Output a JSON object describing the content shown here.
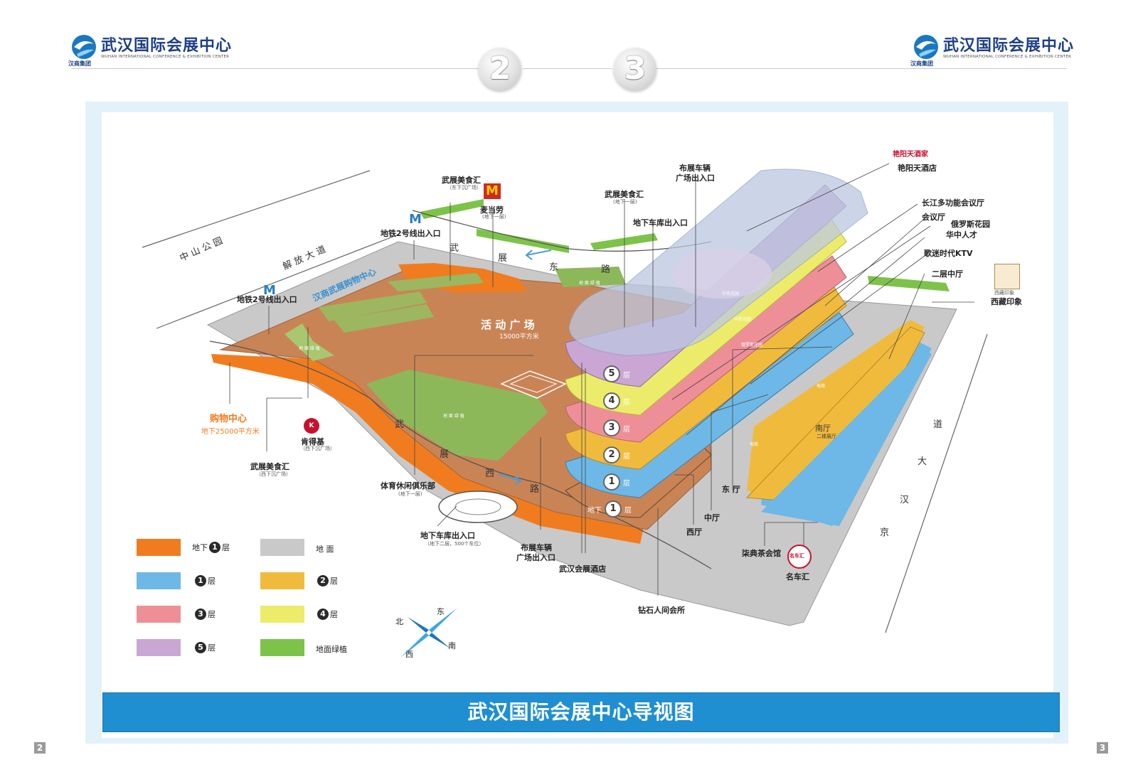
{
  "header": {
    "logo_cn": "武汉国际会展中心",
    "logo_en": "WUHAN INTERNATIONAL CONFERENCE & EXHIBITION CENTER",
    "logo_sub": "汉商集团",
    "page_left": "2",
    "page_right": "3"
  },
  "footer": {
    "title": "武汉国际会展中心导视图",
    "corner_left": "2",
    "corner_right": "3"
  },
  "colors": {
    "basement1": "#f07c1f",
    "ground": "#c9c9c9",
    "floor1": "#6db8e6",
    "floor2": "#f0bb3c",
    "floor3": "#ee8f98",
    "floor4": "#ecec6a",
    "floor5": "#c9a6d4",
    "greenery": "#7dc349",
    "plaza": "#c98456",
    "banner": "#1f8fd2"
  },
  "roads": {
    "zhongshan_park": "中 山 公 园",
    "jiefang_ave": "解 放 大 道",
    "wuzhan_east_1": "武",
    "wuzhan_east_2": "展",
    "wuzhan_east_3": "东",
    "wuzhan_east_4": "路",
    "wuzhan_west_1": "武",
    "wuzhan_west_2": "展",
    "wuzhan_west_3": "西",
    "wuzhan_west_4": "路",
    "jinghan_1": "京",
    "jinghan_2": "汉",
    "jinghan_3": "大",
    "jinghan_4": "道"
  },
  "labels": {
    "food_east": "武展美食汇",
    "food_east_sub": "（东下沉广场）",
    "mcdonalds": "麦当劳",
    "mcdonalds_sub": "(地下一层)",
    "metro_exit_1": "地铁2号线出入口",
    "metro_exit_2": "地铁2号线出入口",
    "mall_name": "汉商武展购物中心",
    "plaza": "活 动 广 场",
    "plaza_area": "15000平方米",
    "shopping": "购物中心",
    "shopping_area": "地下25000平方米",
    "kfc": "肯得基",
    "kfc_sub": "（西下沉广场）",
    "food_west": "武展美食汇",
    "food_west_sub": "（西下沉广场）",
    "sports_club": "体育休闲俱乐部",
    "sports_club_sub": "(地下一层)",
    "garage_exit": "地下车库出入口",
    "garage_exit_sub": "（地下二层，500个车位）",
    "vehicle_exit_1": "布展车辆",
    "vehicle_exit_1b": "广场出入口",
    "vehicle_exit_2": "布展车辆",
    "vehicle_exit_2b": "广场出入口",
    "food_center": "武展美食汇",
    "food_center_sub": "(地下一层)",
    "garage_exit_2": "地下车库出入口",
    "hotel_brand": "艳阳天酒家",
    "hotel": "艳阳天酒店",
    "changjiang_hall": "长江多功能会议厅",
    "meeting_hall": "会议厅",
    "russian_garden": "俄罗斯花园",
    "huazhong_talent": "华中人才",
    "ktv": "歌迷时代KTV",
    "floor2_hall": "二层中厅",
    "tibet_brand": "西藏印象",
    "tibet": "西藏印象",
    "south_hall": "南厅",
    "south_hall_sub": "二楼展厅",
    "east_hall": "东 厅",
    "middle_hall": "中厅",
    "west_hall": "西厅",
    "teahouse": "柒典茶会馆",
    "car_club": "名车汇",
    "car_club_brand": "名车汇",
    "hotel_wuhan": "武汉会展酒店",
    "diamond_club": "钻石人间会所",
    "green_1": "地 面 绿 植",
    "green_2": "地 面 绿 植",
    "green_3": "地 面 绿 植",
    "central_garden": "中央花园",
    "central_garden_2": "中央花园",
    "russian_garden_small": "俄罗斯花园",
    "elevator_1": "电梯",
    "elevator_2": "电梯"
  },
  "floor_tags": {
    "f5": "5",
    "f4": "4",
    "f3": "3",
    "f2": "2",
    "f1": "1",
    "b1": "1",
    "ceng": "层",
    "dixia": "地下"
  },
  "legend": {
    "b1_pre": "地下",
    "b1_num": "1",
    "b1_suf": "层",
    "ground": "地 面",
    "f1_num": "1",
    "f1_suf": "层",
    "f2_num": "2",
    "f2_suf": "层",
    "f3_num": "3",
    "f3_suf": "层",
    "f4_num": "4",
    "f4_suf": "层",
    "f5_num": "5",
    "f5_suf": "层",
    "green": "地面绿植"
  },
  "compass": {
    "north": "北",
    "east": "东",
    "south": "南",
    "west": "西"
  }
}
